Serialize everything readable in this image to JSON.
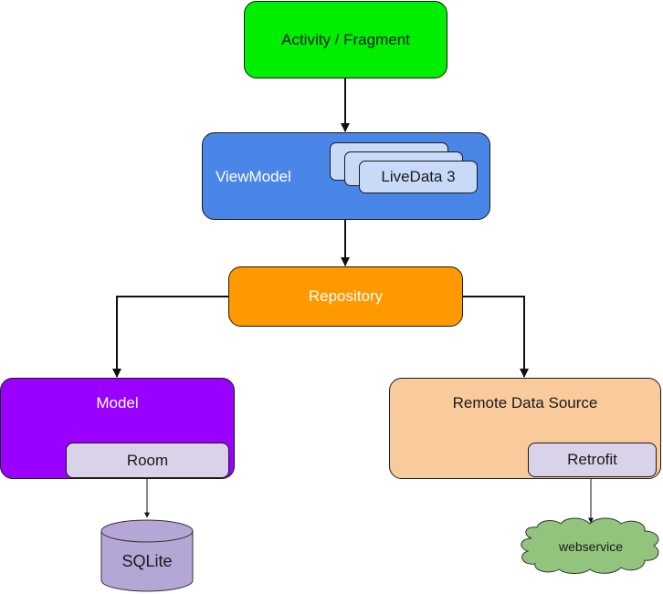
{
  "diagram": {
    "title": "Android App Architecture",
    "nodes": {
      "activity": {
        "label": "Activity / Fragment",
        "color": "#00ee00"
      },
      "viewmodel": {
        "label": "ViewModel",
        "color": "#4a86e8"
      },
      "livedata": {
        "label": "LiveData 3",
        "color": "#c9daf8",
        "stack_count": 3
      },
      "repository": {
        "label": "Repository",
        "color": "#ff9900"
      },
      "model": {
        "label": "Model",
        "color": "#9900ff"
      },
      "room": {
        "label": "Room",
        "color": "#d9d2e9"
      },
      "remote": {
        "label": "Remote Data Source",
        "color": "#f9cb9c"
      },
      "retrofit": {
        "label": "Retrofit",
        "color": "#d9d2e9"
      },
      "sqlite": {
        "label": "SQLite",
        "color": "#b4a7d6",
        "shape": "cylinder"
      },
      "webservice": {
        "label": "webservice",
        "color": "#93c47d",
        "shape": "cloud"
      }
    },
    "edges": [
      {
        "from": "activity",
        "to": "viewmodel"
      },
      {
        "from": "viewmodel",
        "to": "repository"
      },
      {
        "from": "repository",
        "to": "model"
      },
      {
        "from": "repository",
        "to": "remote"
      },
      {
        "from": "room",
        "to": "sqlite"
      },
      {
        "from": "retrofit",
        "to": "webservice"
      }
    ]
  }
}
